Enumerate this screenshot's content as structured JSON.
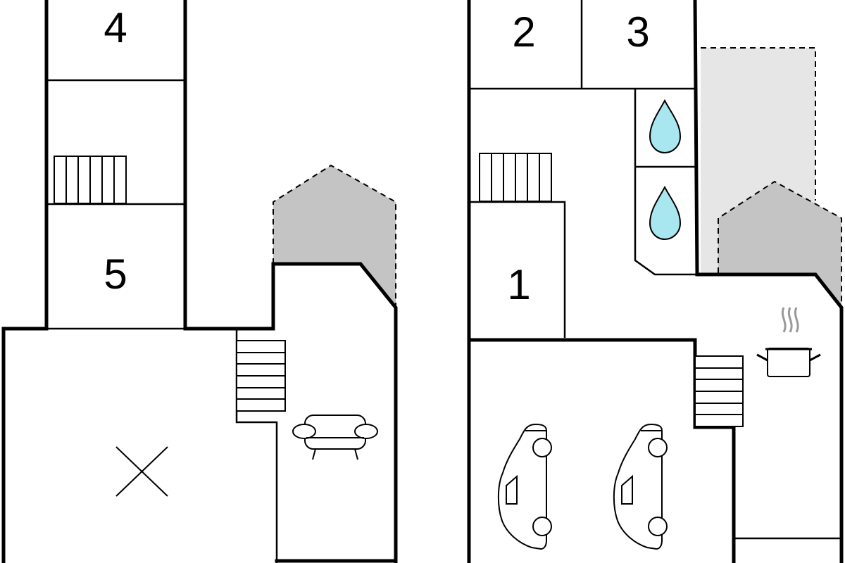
{
  "rooms": {
    "room_4": "4",
    "room_5": "5",
    "room_2": "2",
    "room_3": "3",
    "room_1": "1"
  },
  "colors": {
    "roof_shade": "#c4c4c4",
    "light_shade": "#e6e6e6",
    "water": "#a8e6f0",
    "steam": "#999999",
    "wall": "#000000"
  },
  "icons": [
    "stairs-icon",
    "water-drop-icon",
    "sofa-icon",
    "cooking-pot-icon",
    "car-icon",
    "cross-mark"
  ]
}
